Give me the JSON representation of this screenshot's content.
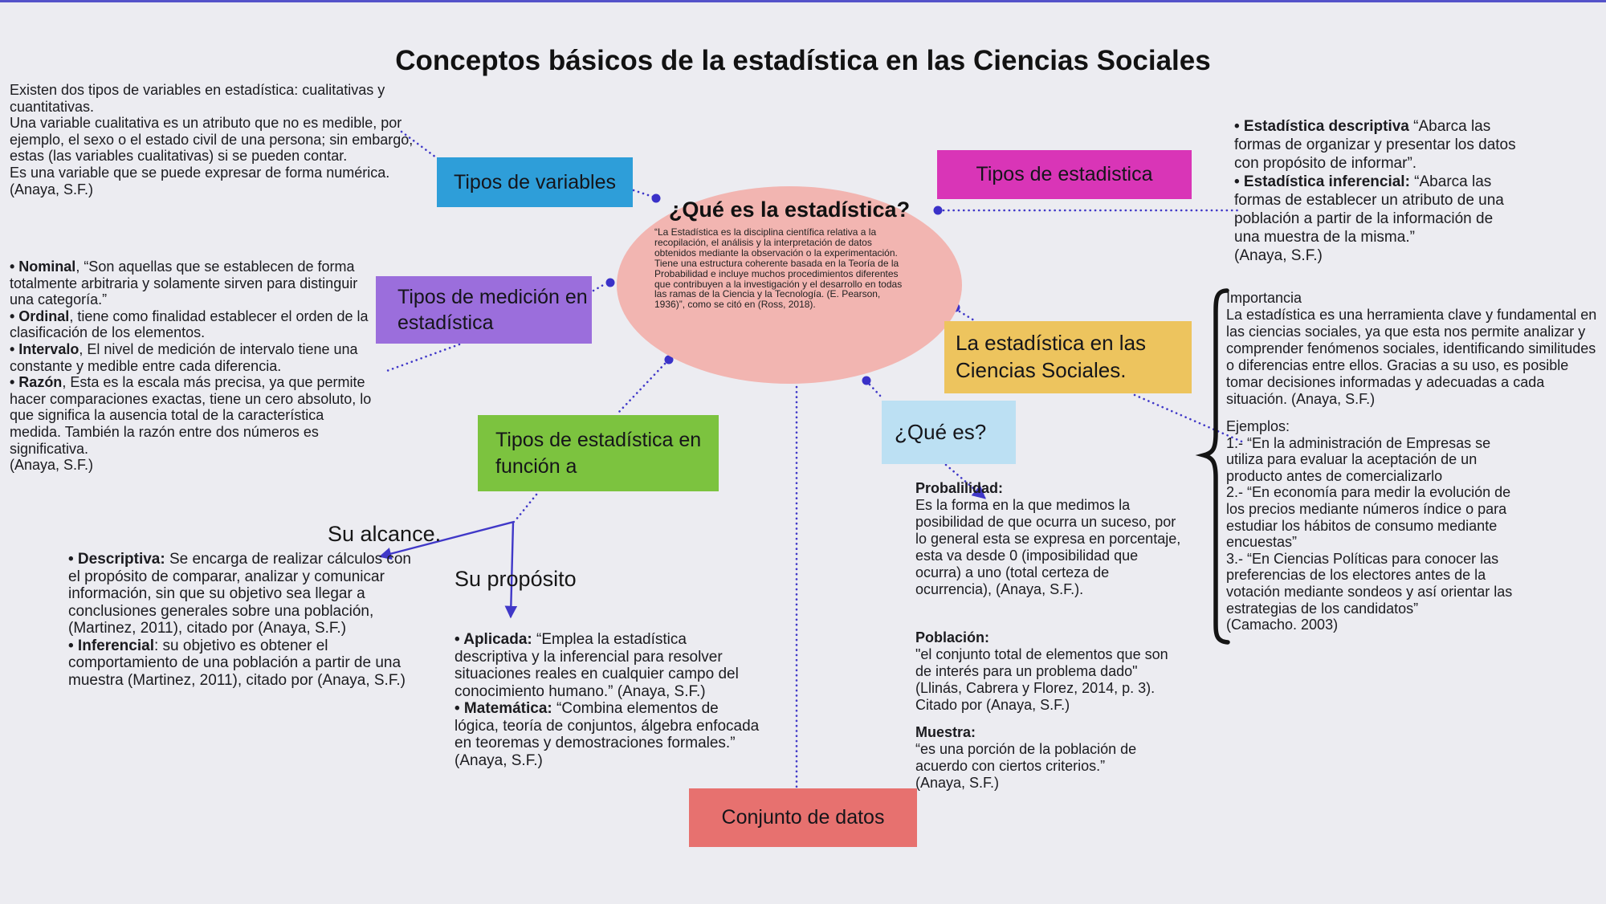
{
  "page": {
    "title": "Conceptos básicos de la estadística en las Ciencias Sociales",
    "background_color": "#ececf1",
    "top_border_color": "#5452c9",
    "connector_color": "#4038c8",
    "brace_color": "#141414"
  },
  "nodes": {
    "tipos_variables": {
      "label": "Tipos de variables",
      "color": "#2E9ED9"
    },
    "tipos_estadistica": {
      "label": "Tipos de estadistica",
      "color": "#D935B7"
    },
    "tipos_medicion": {
      "label": "Tipos de medición en estadística",
      "color": "#9B6EDC"
    },
    "tipos_funcion": {
      "label": "Tipos de estadística en función a",
      "color": "#7CC33F"
    },
    "estadistica_ciencias": {
      "label": "La estadística en las Ciencias Sociales.",
      "color": "#EDC45E"
    },
    "que_es": {
      "label": "¿Qué es?",
      "color": "#BCE0F3"
    },
    "conjunto_datos": {
      "label": "Conjunto de datos",
      "color": "#E7716F"
    },
    "central": {
      "heading": "¿Qué es la estadística?",
      "body": "“La Estadística es la disciplina científica relativa a la recopilación, el análisis y la interpretación de datos obtenidos mediante la observación o la experimentación. Tiene una estructura coherente basada en la Teoría de la Probabilidad e incluye muchos procedimientos diferentes que contribuyen a la investigación y el desarrollo en todas las ramas de la Ciencia y la Tecnología. (E. Pearson, 1936)”, como se citó en (Ross, 2018).",
      "color": "#F2B5B1"
    }
  },
  "labels": {
    "su_alcance": "Su alcance.",
    "su_proposito": "Su propósito"
  },
  "blocks": {
    "variables": [
      {
        "t": "Existen dos tipos de variables en estadística: cualitativas y cuantitativas."
      },
      {
        "br": true
      },
      {
        "t": "Una variable cualitativa es un atributo que no es medible, por ejemplo, el sexo o el estado civil de una persona; sin embargo, estas (las variables cualitativas) si se pueden contar."
      },
      {
        "br": true
      },
      {
        "t": "Es una variable que se puede expresar de forma numérica."
      },
      {
        "br": true
      },
      {
        "t": "(Anaya, S.F.)"
      }
    ],
    "medicion": [
      {
        "b": "• Nominal"
      },
      {
        "t": ", “Son aquellas que se establecen de forma totalmente arbitraria y solamente sirven para distinguir una categoría.”"
      },
      {
        "br": true
      },
      {
        "b": "• Ordinal"
      },
      {
        "t": ", tiene como finalidad establecer el orden de la clasificación de los elementos."
      },
      {
        "br": true
      },
      {
        "b": "• Intervalo"
      },
      {
        "t": ", El nivel de medición de intervalo tiene una constante y medible entre cada diferencia."
      },
      {
        "br": true
      },
      {
        "b": "• Razón"
      },
      {
        "t": ", Esta es la escala más precisa, ya que permite hacer comparaciones exactas, tiene un cero absoluto, lo que significa la ausencia total de la característica medida. También la razón entre dos números es significativa."
      },
      {
        "br": true
      },
      {
        "t": "(Anaya, S.F.)"
      }
    ],
    "tipos_estadistica_detalle": [
      {
        "b": "• Estadística descriptiva"
      },
      {
        "t": " “Abarca las formas de organizar y presentar los datos con propósito de informar”."
      },
      {
        "br": true
      },
      {
        "b": "• Estadística inferencial:"
      },
      {
        "t": " “Abarca las formas de establecer un atributo de una población a partir de la información de una muestra de la misma.”"
      },
      {
        "br": true
      },
      {
        "t": "(Anaya, S.F.)"
      }
    ],
    "importancia": [
      {
        "t": "Importancia"
      },
      {
        "br": true
      },
      {
        "t": "La estadística es una herramienta clave y fundamental en las ciencias sociales, ya que esta nos permite analizar y comprender fenómenos sociales, identificando similitudes o diferencias entre ellos. Gracias a su uso, es posible tomar decisiones informadas y adecuadas a cada situación. (Anaya, S.F.)"
      }
    ],
    "ejemplos": [
      {
        "t": "Ejemplos:"
      },
      {
        "br": true
      },
      {
        "t": "1.- “En la administración de Empresas se utiliza para evaluar la aceptación de un producto antes de comercializarlo"
      },
      {
        "br": true
      },
      {
        "t": "2.- “En economía para medir la evolución de los precios mediante números índice o para estudiar los hábitos de consumo mediante encuestas”"
      },
      {
        "br": true
      },
      {
        "t": "3.- “En Ciencias Políticas para conocer las preferencias de los electores antes de la votación mediante sondeos y así orientar las estrategias de los candidatos”"
      },
      {
        "br": true
      },
      {
        "t": "(Camacho. 2003)"
      }
    ],
    "alcance_detalle": [
      {
        "b": "• Descriptiva:"
      },
      {
        "t": " Se encarga de realizar cálculos con el propósito de comparar, analizar y comunicar información, sin que su objetivo sea llegar a conclusiones generales sobre una población, (Martinez, 2011), citado por (Anaya, S.F.)"
      },
      {
        "br": true
      },
      {
        "b": "• Inferencial"
      },
      {
        "t": ": su objetivo es obtener el comportamiento de una población a partir de una muestra (Martinez, 2011), citado por (Anaya, S.F.)"
      }
    ],
    "proposito_detalle": [
      {
        "b": "• Aplicada:"
      },
      {
        "t": " “Emplea la estadística descriptiva y la inferencial para resolver situaciones reales en cualquier campo del conocimiento humano.” (Anaya, S.F.)"
      },
      {
        "br": true
      },
      {
        "b": "• Matemática:"
      },
      {
        "t": " “Combina elementos de lógica, teoría de conjuntos, álgebra enfocada en teoremas y demostraciones formales.” (Anaya, S.F.)"
      }
    ],
    "probabilidad": [
      {
        "b": "Probalilidad:"
      },
      {
        "br": true
      },
      {
        "t": "Es la forma en la que medimos la posibilidad de que ocurra un suceso, por lo general esta se expresa en porcentaje, esta va desde 0 (imposibilidad que ocurra) a uno (total certeza de ocurrencia), (Anaya, S.F.)."
      }
    ],
    "poblacion": [
      {
        "b": "Población:"
      },
      {
        "br": true
      },
      {
        "t": "\"el conjunto total de elementos que son de interés para un problema dado\" (Llinás, Cabrera y Florez, 2014, p. 3). Citado por (Anaya, S.F.)"
      }
    ],
    "muestra": [
      {
        "b": "Muestra:"
      },
      {
        "br": true
      },
      {
        "t": "“es una porción de la población de acuerdo con ciertos criterios.”"
      },
      {
        "br": true
      },
      {
        "t": "(Anaya, S.F.)"
      }
    ]
  }
}
